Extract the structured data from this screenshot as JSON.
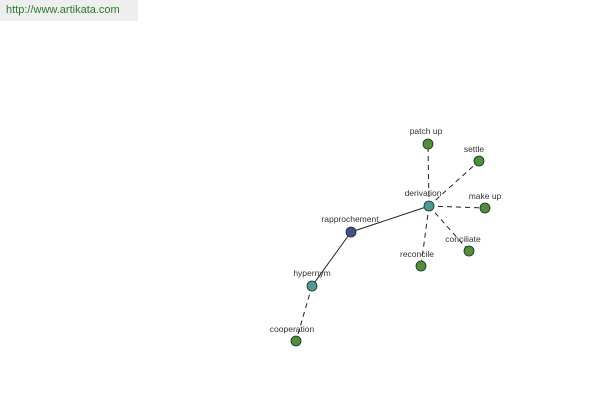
{
  "header": {
    "url": "http://www.artikata.com"
  },
  "colors": {
    "center_node": "#3f4f8f",
    "relation_node": "#4d9a9a",
    "leaf_node": "#4f8f3c",
    "edge": "#222222"
  },
  "graph": {
    "nodes": [
      {
        "id": "rapprochement",
        "label": "rapprochement",
        "kind": "center"
      },
      {
        "id": "derivation",
        "label": "derivation",
        "kind": "relation"
      },
      {
        "id": "hypernym",
        "label": "hypernym",
        "kind": "relation"
      },
      {
        "id": "patch_up",
        "label": "patch up",
        "kind": "leaf"
      },
      {
        "id": "settle",
        "label": "settle",
        "kind": "leaf"
      },
      {
        "id": "make_up",
        "label": "make up",
        "kind": "leaf"
      },
      {
        "id": "conciliate",
        "label": "conciliate",
        "kind": "leaf"
      },
      {
        "id": "reconcile",
        "label": "reconcile",
        "kind": "leaf"
      },
      {
        "id": "cooperation",
        "label": "cooperation",
        "kind": "leaf"
      }
    ],
    "edges": [
      {
        "from": "rapprochement",
        "to": "derivation",
        "style": "solid"
      },
      {
        "from": "rapprochement",
        "to": "hypernym",
        "style": "solid"
      },
      {
        "from": "derivation",
        "to": "patch_up",
        "style": "dashed"
      },
      {
        "from": "derivation",
        "to": "settle",
        "style": "dashed"
      },
      {
        "from": "derivation",
        "to": "make_up",
        "style": "dashed"
      },
      {
        "from": "derivation",
        "to": "conciliate",
        "style": "dashed"
      },
      {
        "from": "derivation",
        "to": "reconcile",
        "style": "dashed"
      },
      {
        "from": "hypernym",
        "to": "cooperation",
        "style": "dashed"
      }
    ]
  }
}
